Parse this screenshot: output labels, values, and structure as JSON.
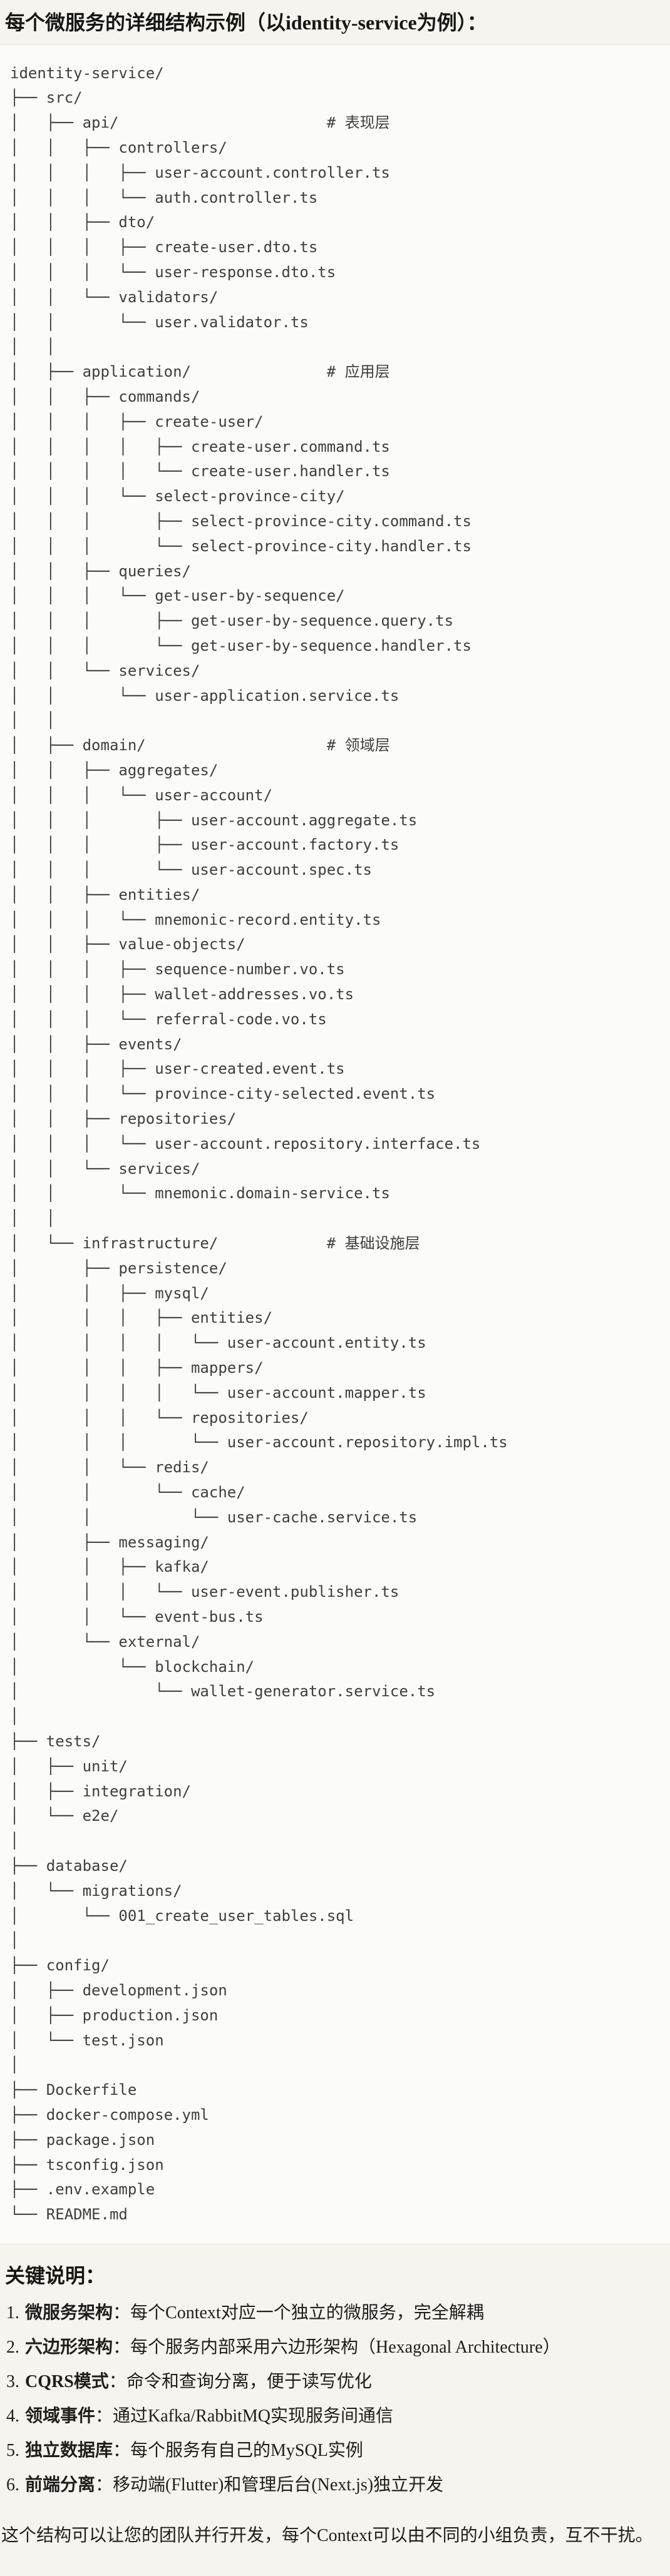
{
  "page": {
    "title": "每个微服务的详细结构示例（以identity-service为例）："
  },
  "file_tree": {
    "root": "identity-service/",
    "layer_comments": [
      "# 表现层",
      "# 应用层",
      "# 领域层",
      "# 基础设施层"
    ],
    "lines": [
      "identity-service/",
      "├── src/",
      "│   ├── api/                       # 表现层",
      "│   │   ├── controllers/",
      "│   │   │   ├── user-account.controller.ts",
      "│   │   │   └── auth.controller.ts",
      "│   │   ├── dto/",
      "│   │   │   ├── create-user.dto.ts",
      "│   │   │   └── user-response.dto.ts",
      "│   │   └── validators/",
      "│   │       └── user.validator.ts",
      "│   │",
      "│   ├── application/               # 应用层",
      "│   │   ├── commands/",
      "│   │   │   ├── create-user/",
      "│   │   │   │   ├── create-user.command.ts",
      "│   │   │   │   └── create-user.handler.ts",
      "│   │   │   └── select-province-city/",
      "│   │   │       ├── select-province-city.command.ts",
      "│   │   │       └── select-province-city.handler.ts",
      "│   │   ├── queries/",
      "│   │   │   └── get-user-by-sequence/",
      "│   │   │       ├── get-user-by-sequence.query.ts",
      "│   │   │       └── get-user-by-sequence.handler.ts",
      "│   │   └── services/",
      "│   │       └── user-application.service.ts",
      "│   │",
      "│   ├── domain/                    # 领域层",
      "│   │   ├── aggregates/",
      "│   │   │   └── user-account/",
      "│   │   │       ├── user-account.aggregate.ts",
      "│   │   │       ├── user-account.factory.ts",
      "│   │   │       └── user-account.spec.ts",
      "│   │   ├── entities/",
      "│   │   │   └── mnemonic-record.entity.ts",
      "│   │   ├── value-objects/",
      "│   │   │   ├── sequence-number.vo.ts",
      "│   │   │   ├── wallet-addresses.vo.ts",
      "│   │   │   └── referral-code.vo.ts",
      "│   │   ├── events/",
      "│   │   │   ├── user-created.event.ts",
      "│   │   │   └── province-city-selected.event.ts",
      "│   │   ├── repositories/",
      "│   │   │   └── user-account.repository.interface.ts",
      "│   │   └── services/",
      "│   │       └── mnemonic.domain-service.ts",
      "│   │",
      "│   └── infrastructure/            # 基础设施层",
      "│       ├── persistence/",
      "│       │   ├── mysql/",
      "│       │   │   ├── entities/",
      "│       │   │   │   └── user-account.entity.ts",
      "│       │   │   ├── mappers/",
      "│       │   │   │   └── user-account.mapper.ts",
      "│       │   │   └── repositories/",
      "│       │   │       └── user-account.repository.impl.ts",
      "│       │   └── redis/",
      "│       │       └── cache/",
      "│       │           └── user-cache.service.ts",
      "│       ├── messaging/",
      "│       │   ├── kafka/",
      "│       │   │   └── user-event.publisher.ts",
      "│       │   └── event-bus.ts",
      "│       └── external/",
      "│           └── blockchain/",
      "│               └── wallet-generator.service.ts",
      "│",
      "├── tests/",
      "│   ├── unit/",
      "│   ├── integration/",
      "│   └── e2e/",
      "│",
      "├── database/",
      "│   └── migrations/",
      "│       └── 001_create_user_tables.sql",
      "│",
      "├── config/",
      "│   ├── development.json",
      "│   ├── production.json",
      "│   └── test.json",
      "│",
      "├── Dockerfile",
      "├── docker-compose.yml",
      "├── package.json",
      "├── tsconfig.json",
      "├── .env.example",
      "└── README.md"
    ]
  },
  "notes": {
    "heading": "关键说明：",
    "items": [
      {
        "num": "1.",
        "label": "微服务架构",
        "separator": "：",
        "text": "每个Context对应一个独立的微服务，完全解耦"
      },
      {
        "num": "2.",
        "label": "六边形架构",
        "separator": "：",
        "text": "每个服务内部采用六边形架构（Hexagonal Architecture）"
      },
      {
        "num": "3.",
        "label": "CQRS模式",
        "separator": "：",
        "text": "命令和查询分离，便于读写优化"
      },
      {
        "num": "4.",
        "label": "领域事件",
        "separator": "：",
        "text": "通过Kafka/RabbitMQ实现服务间通信"
      },
      {
        "num": "5.",
        "label": "独立数据库",
        "separator": "：",
        "text": "每个服务有自己的MySQL实例"
      },
      {
        "num": "6.",
        "label": "前端分离",
        "separator": "：",
        "text": "移动端(Flutter)和管理后台(Next.js)独立开发"
      }
    ],
    "closing": "这个结构可以让您的团队并行开发，每个Context可以由不同的小组负责，互不干扰。"
  },
  "colors": {
    "page_bg": "#F5F4EE",
    "code_bg": "#FBFBF9",
    "divider": "#E4E2DC",
    "code_text": "#3F3E3A",
    "heading_text": "#161613"
  }
}
